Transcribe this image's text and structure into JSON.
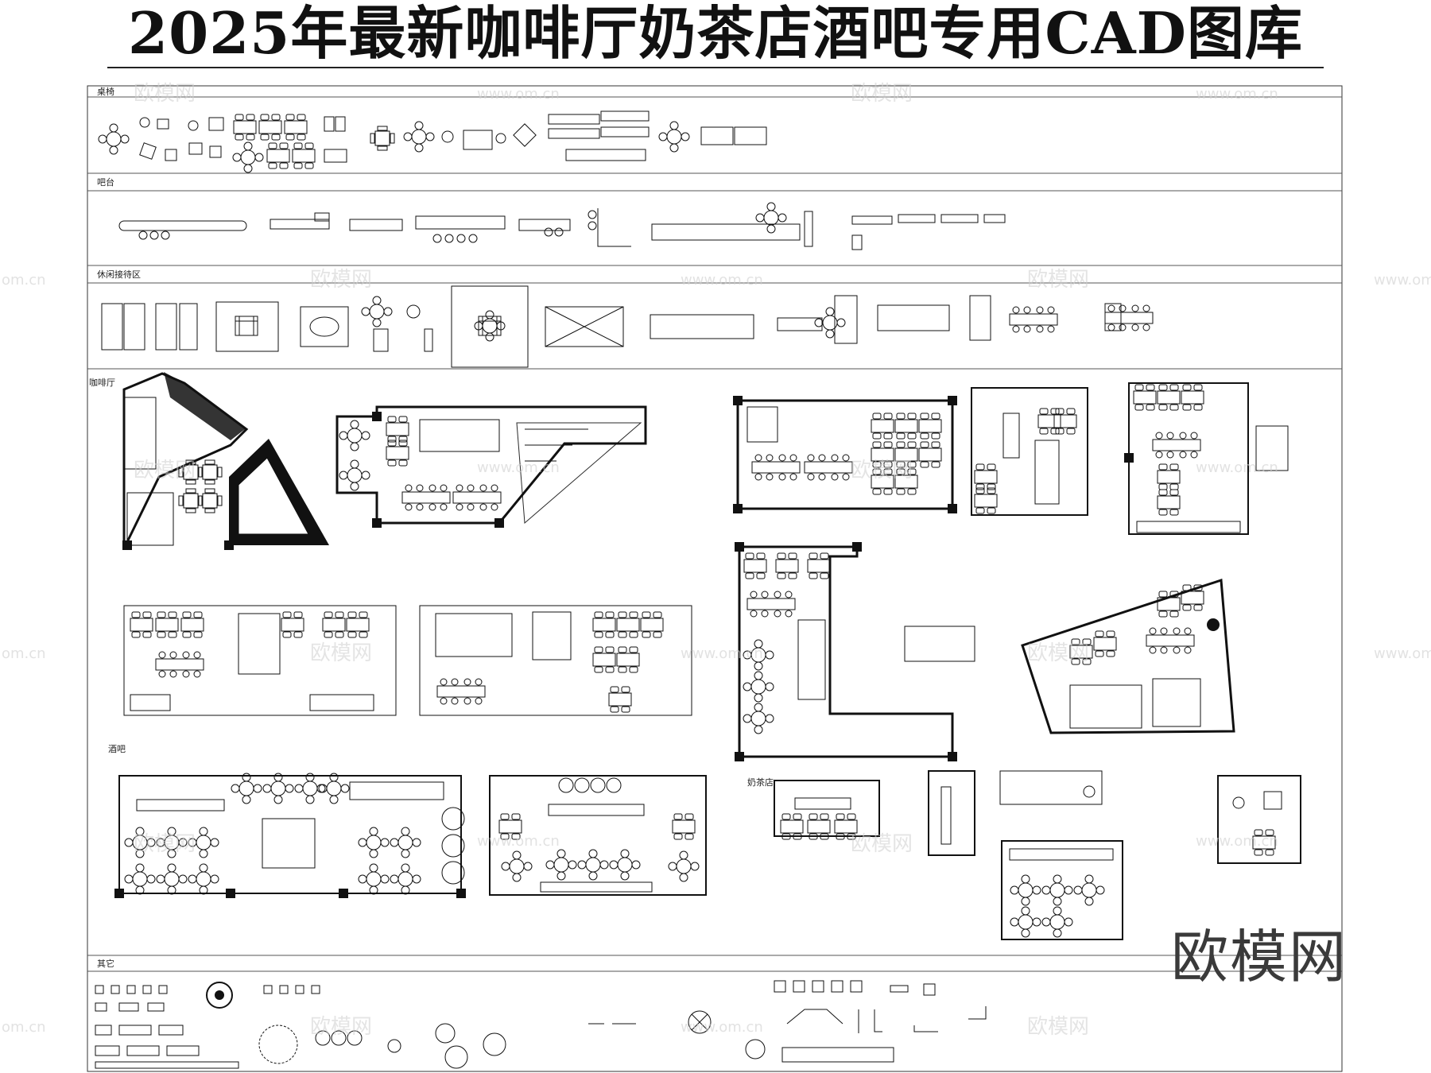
{
  "title": "2025年最新咖啡厅奶茶店酒吧专用CAD图库",
  "sections": [
    {
      "key": "tables_chairs",
      "label": "桌椅"
    },
    {
      "key": "bar_counter",
      "label": "吧台"
    },
    {
      "key": "lounge",
      "label": "休闲接待区"
    },
    {
      "key": "cafe",
      "label": "咖啡厅"
    },
    {
      "key": "bar",
      "label": "酒吧"
    },
    {
      "key": "milk_tea",
      "label": "奶茶店"
    },
    {
      "key": "other",
      "label": "其它"
    }
  ],
  "watermark": {
    "cn": "欧模网",
    "url": "www.om.cn",
    "url_short": "om.cn",
    "brand": "欧模网"
  },
  "colors": {
    "line": "#111111",
    "watermark": "#cfcfcf",
    "brand": "#3a3a3a"
  }
}
